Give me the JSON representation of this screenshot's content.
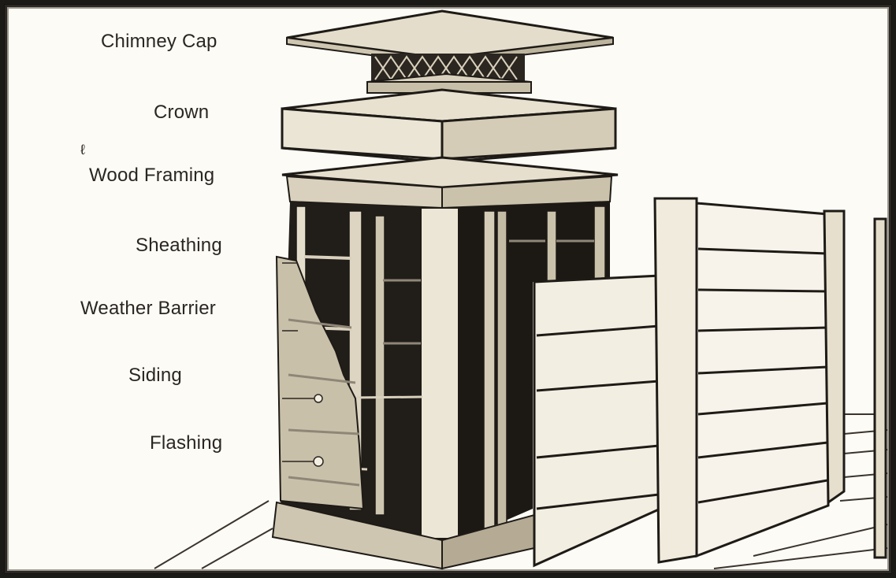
{
  "labels": {
    "chimney_cap": "Chimney Cap",
    "crown": "Crown",
    "wood_framing": "Wood Framing",
    "sheathing": "Sheathing",
    "weather_barrier": "Weather Barrier",
    "siding": "Siding",
    "flashing": "Flashing"
  },
  "colors": {
    "paper": "#fdfbf6",
    "ink": "#1e1b17",
    "sepia": "#d9d1bd",
    "mid": "#8f8677"
  }
}
